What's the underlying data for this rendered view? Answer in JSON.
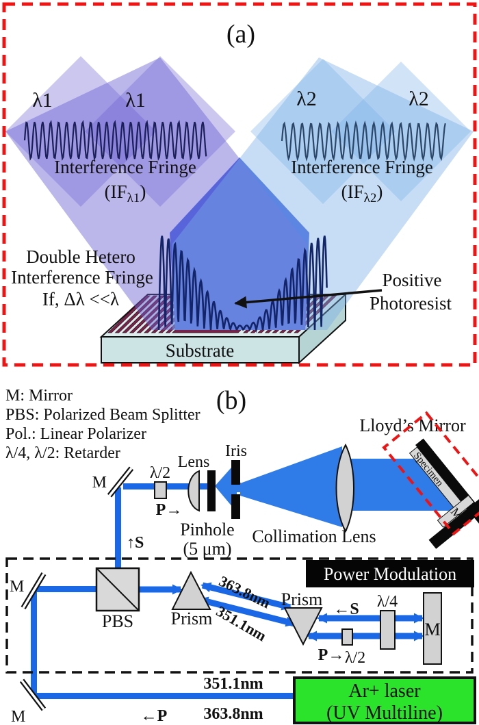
{
  "panel_a": {
    "label": "(a)",
    "lambda1": "λ1",
    "lambda2": "λ2",
    "fringe_title": "Interference Fringe",
    "if1_open": "(IF",
    "if1_sub": "λ1",
    "if1_close": ")",
    "if2_open": "(IF",
    "if2_sub": "λ2",
    "if2_close": ")",
    "hetero_line1": "Double Hetero",
    "hetero_line2": "Interference Fringe",
    "hetero_line3": "If, Δλ <<λ",
    "photoresist_line1": "Positive",
    "photoresist_line2": "Photoresist",
    "substrate": "Substrate"
  },
  "panel_b": {
    "label": "(b)",
    "legend": {
      "line1": "M: Mirror",
      "line2": "PBS: Polarized Beam Splitter",
      "line3": "Pol.: Linear Polarizer",
      "line4": "λ/4, λ/2: Retarder"
    },
    "lloyds_title": "Lloyd’s Mirror",
    "specimen": "Specimen",
    "m": "M",
    "pbs": "PBS",
    "prism": "Prism",
    "half_wave": "λ/2",
    "quarter_wave": "λ/4",
    "lens": "Lens",
    "iris": "Iris",
    "pinhole_line1": "Pinhole",
    "pinhole_line2": "(5 μm)",
    "collimation": "Collimation Lens",
    "power_modulation": "Power Modulation",
    "s_up": "↑S",
    "s_left": "←S",
    "p_right": "P→",
    "p_left": "←P",
    "wl_363": "363.8nm",
    "wl_351": "351.1nm",
    "laser_line1": "Ar+ laser",
    "laser_line2": "(UV Multiline)"
  },
  "colors": {
    "beam_blue": "#1a68e6",
    "beam_blue_wide": "#2f7be8",
    "lambda1_beam": "#6a5fd2",
    "lambda2_beam": "#78afe8",
    "overlap_blue": "#4a6ae0",
    "photoresist_maroon": "#782448",
    "substrate_top": "#dcecec",
    "substrate_front": "#cde4e4",
    "substrate_side": "#b7d4d4",
    "laser_green": "#2ce32c",
    "dashed_red": "#ee1414",
    "optic_gray": "#d2d2d2",
    "wave_navy": "#1c2058"
  }
}
